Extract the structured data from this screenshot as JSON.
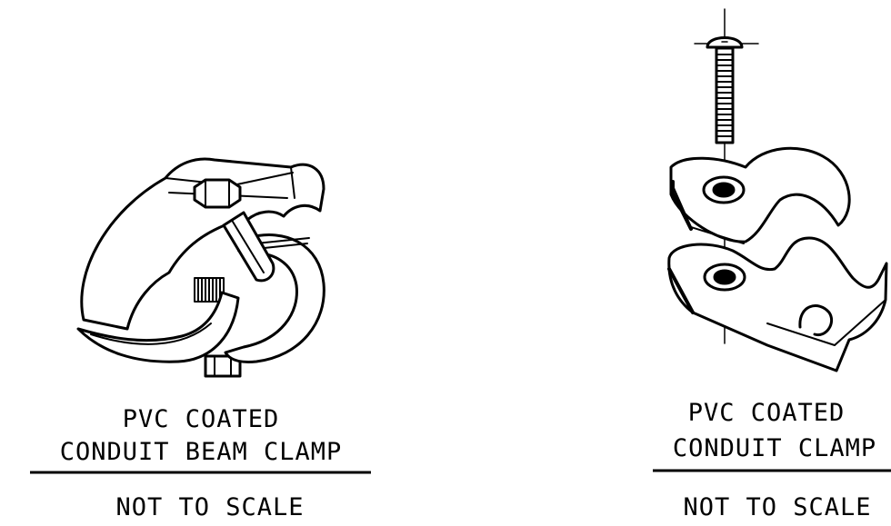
{
  "left_detail": {
    "title_line1": "PVC COATED",
    "title_line2": "CONDUIT BEAM CLAMP",
    "scale_note": "NOT TO SCALE"
  },
  "right_detail": {
    "title_line1": "PVC COATED",
    "title_line2": "CONDUIT CLAMP",
    "scale_note": "NOT TO SCALE"
  },
  "colors": {
    "line": "#000000",
    "background": "#ffffff"
  }
}
